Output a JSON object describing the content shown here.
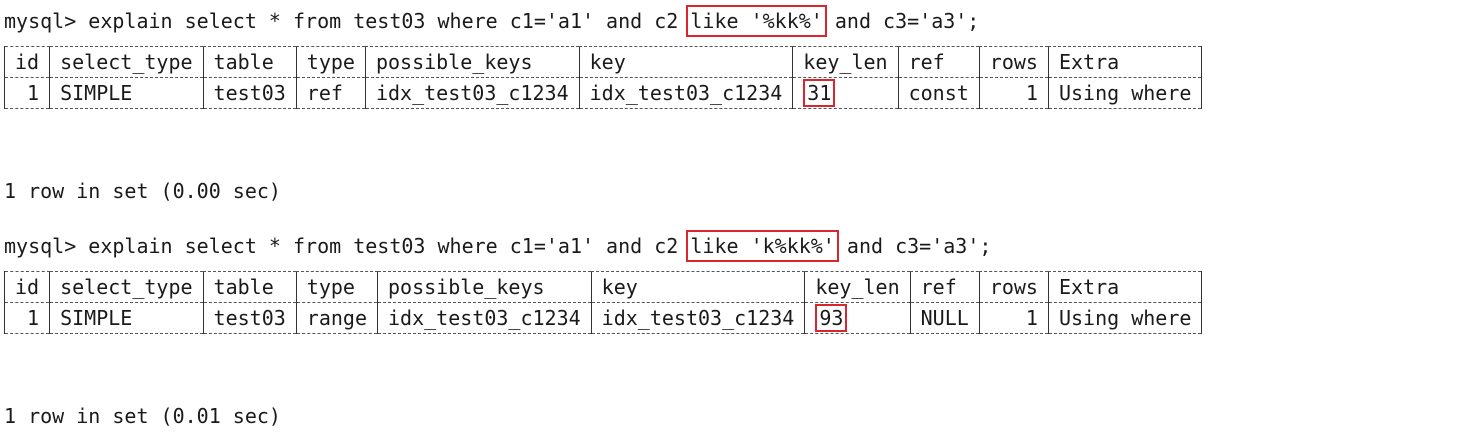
{
  "query1": {
    "prompt": "mysql>",
    "pre": "explain select * from test03 where c1='a1' and c2",
    "highlight": "like '%kk%'",
    "post": "and c3='a3';",
    "columns": [
      "id",
      "select_type",
      "table",
      "type",
      "possible_keys",
      "key",
      "key_len",
      "ref",
      "rows",
      "Extra"
    ],
    "row": [
      "1",
      "SIMPLE",
      "test03",
      "ref",
      "idx_test03_c1234",
      "idx_test03_c1234",
      "31",
      "const",
      "1",
      "Using where"
    ],
    "footer": "1 row in set (0.00 sec)"
  },
  "query2": {
    "prompt": "mysql>",
    "pre": "explain select * from test03 where c1='a1' and c2",
    "highlight": "like 'k%kk%'",
    "post": "and c3='a3';",
    "columns": [
      "id",
      "select_type",
      "table",
      "type",
      "possible_keys",
      "key",
      "key_len",
      "ref",
      "rows",
      "Extra"
    ],
    "row": [
      "1",
      "SIMPLE",
      "test03",
      "range",
      "idx_test03_c1234",
      "idx_test03_c1234",
      "93",
      "NULL",
      "1",
      "Using where"
    ],
    "footer": "1 row in set (0.01 sec)"
  },
  "colors": {
    "highlight_box": "#d9262c",
    "text": "#1a1a1a",
    "background": "#ffffff"
  }
}
